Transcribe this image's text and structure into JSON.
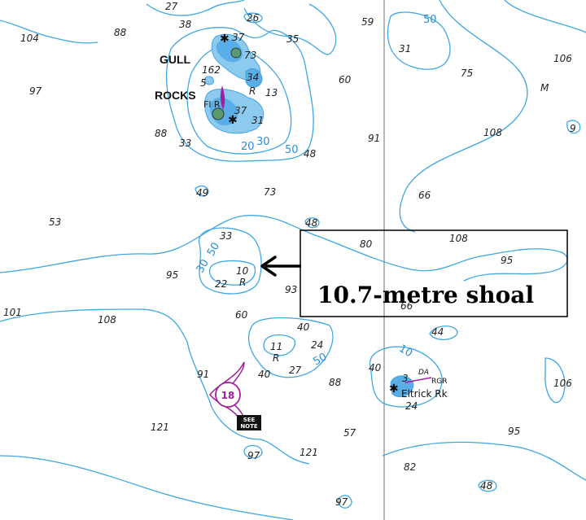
{
  "callout": {
    "label": "10.7-metre shoal",
    "icon": "arrow-left-icon"
  },
  "features": {
    "gull_rocks": [
      "GULL",
      "ROCKS"
    ],
    "light": "Fl R",
    "eltrick": "Eltrick Rk",
    "eltrick_light": "RGR",
    "eltrick_danger": "DA",
    "see_note": [
      "SEE",
      "NOTE"
    ],
    "magenta_mark": "18"
  },
  "contour_labels": [
    "50",
    "50",
    "30",
    "20",
    "10",
    "50",
    "30",
    "50"
  ],
  "soundings": [
    "27",
    "26",
    "38",
    "104",
    "88",
    "35",
    "59",
    "31",
    "106",
    "97",
    "75",
    "M",
    "60",
    "37",
    "73",
    "162",
    "5",
    "34",
    "R",
    "13",
    "37",
    "31",
    "33",
    "88",
    "48",
    "91",
    "108",
    "9",
    "49",
    "73",
    "66",
    "53",
    "48",
    "33",
    "80",
    "108",
    "95",
    "95",
    "10",
    "R",
    "22",
    "93",
    "66",
    "101",
    "108",
    "60",
    "40",
    "44",
    "11",
    "R",
    "24",
    "91",
    "40",
    "27",
    "88",
    "40",
    "3",
    "24",
    "106",
    "121",
    "57",
    "95",
    "97",
    "121",
    "82",
    "48",
    "97"
  ],
  "colors": {
    "water_contour": "#3ea6e0",
    "shoal_fill": "#5aaee8",
    "magenta": "#a020a0",
    "grid_line": "#888888"
  }
}
